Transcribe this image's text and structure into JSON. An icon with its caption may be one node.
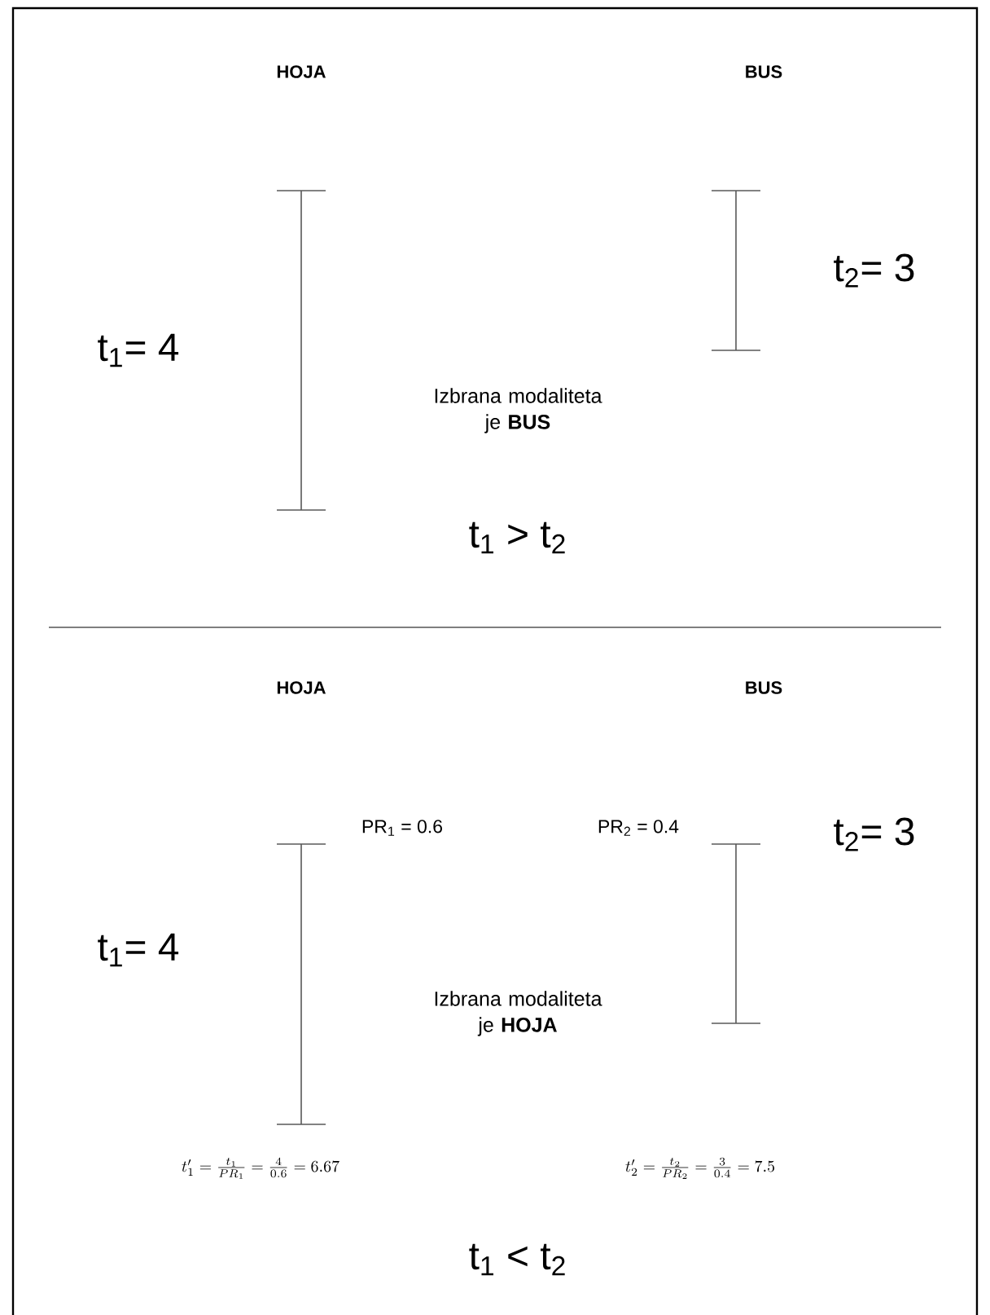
{
  "diagram": {
    "labels": [
      "HOJA",
      "BUS",
      "t$_{1}$= 4",
      "t$_{2}$= 3",
      "Izbrana modaliteta je **BUS**",
      "t$_{1}$ > t$_{2}$",
      "HOJA",
      "BUS",
      "PR$_{1}$ = 0.6",
      "PR$_{2}$ = 0.4",
      "t$_{2}$= 3",
      "t$_{1}$= 4",
      "Izbrana modaliteta je **HOJA**",
      "t_1^{\\prime} = \\frac{t_1}{PR_1} = \\frac{4}{0.6} = 6.67",
      "t_2^{\\prime} = \\frac{t_2}{PR_2} = \\frac{3}{0.4} = 7.5",
      "t$_{1}$ < t$_{2}$"
    ]
  }
}
